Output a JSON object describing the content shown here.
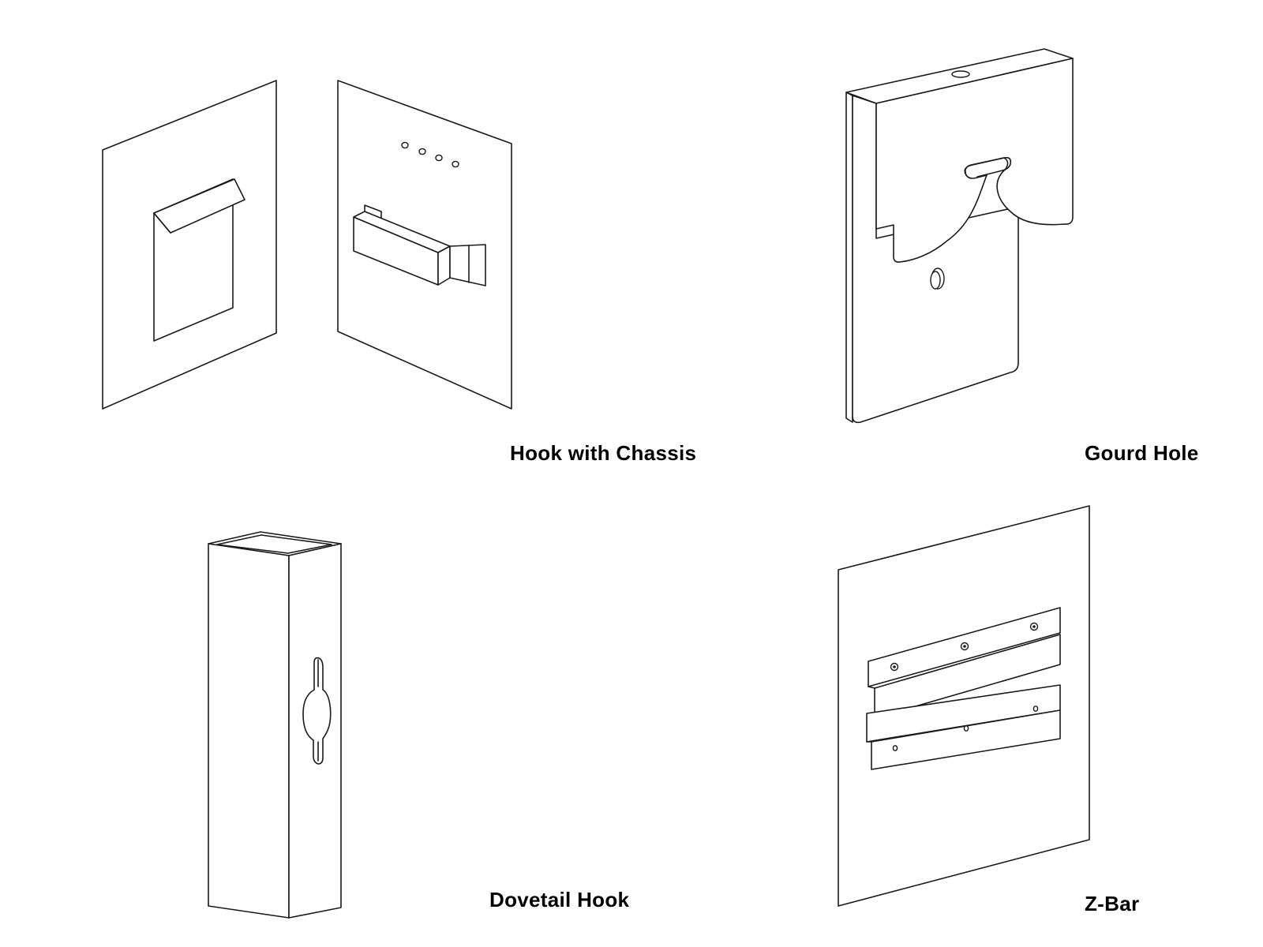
{
  "panels": [
    {
      "id": "hook-with-chassis",
      "caption": "Hook with Chassis"
    },
    {
      "id": "gourd-hole",
      "caption": "Gourd Hole"
    },
    {
      "id": "dovetail-hook",
      "caption": "Dovetail Hook"
    },
    {
      "id": "z-bar",
      "caption": "Z-Bar"
    }
  ],
  "colors": {
    "line": "#1a1a1a",
    "background": "#ffffff",
    "caption": "#000000"
  }
}
